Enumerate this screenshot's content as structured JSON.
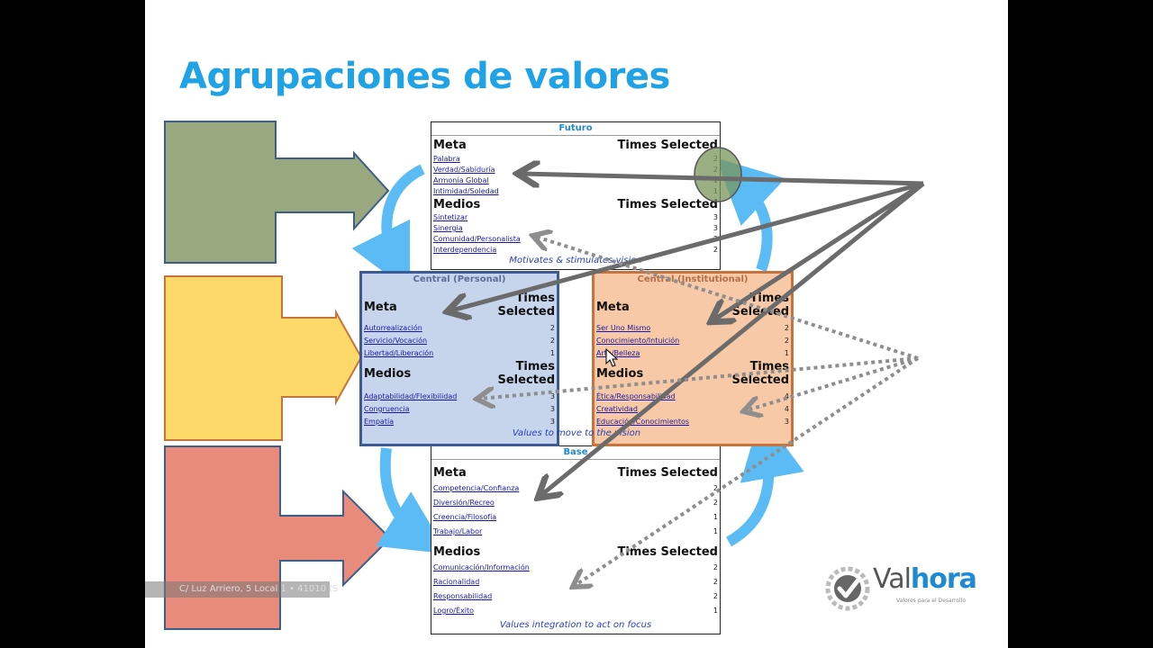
{
  "title": "Agrupaciones de valores",
  "future": {
    "header": "Futuro",
    "meta": {
      "title": "Meta",
      "ts": "Times Selected",
      "items": [
        {
          "label": "Palabra",
          "count": "2"
        },
        {
          "label": "Verdad/Sabiduría",
          "count": "2"
        },
        {
          "label": "Armonía Global",
          "count": "1"
        },
        {
          "label": "Intimidad/Soledad",
          "count": "1"
        }
      ]
    },
    "medios": {
      "title": "Medios",
      "ts": "Times Selected",
      "items": [
        {
          "label": "Sintetizar",
          "count": "3"
        },
        {
          "label": "Sinergia",
          "count": "3"
        },
        {
          "label": "Comunidad/Personalista",
          "count": "2"
        },
        {
          "label": "Interdependencia",
          "count": "2"
        }
      ]
    },
    "footer": "Motivates & stimulates vision"
  },
  "personal": {
    "header": "Central (Personal)",
    "meta": {
      "title": "Meta",
      "ts1": "Times",
      "ts2": "Selected",
      "items": [
        {
          "label": "Autorrealización",
          "count": "2"
        },
        {
          "label": "Servicio/Vocación",
          "count": "2"
        },
        {
          "label": "Libertad/Liberación",
          "count": "1"
        }
      ]
    },
    "medios": {
      "title": "Medios",
      "ts1": "Times",
      "ts2": "Selected",
      "items": [
        {
          "label": "Adaptabilidad/Flexibilidad",
          "count": "3"
        },
        {
          "label": "Congruencia",
          "count": "3"
        },
        {
          "label": "Empatía",
          "count": "3"
        }
      ]
    },
    "footer": "Values to move to the vision"
  },
  "institutional": {
    "header": "Central (Institutional)",
    "meta": {
      "title": "Meta",
      "ts1": "Times",
      "ts2": "Selected",
      "items": [
        {
          "label": "Ser Uno Mismo",
          "count": "2"
        },
        {
          "label": "Conocimiento/Intuición",
          "count": "2"
        },
        {
          "label": "Arte/Belleza",
          "count": "1"
        }
      ]
    },
    "medios": {
      "title": "Medios",
      "ts1": "Times",
      "ts2": "Selected",
      "items": [
        {
          "label": "Ética/Responsabilidad",
          "count": "4"
        },
        {
          "label": "Creatividad",
          "count": "4"
        },
        {
          "label": "Educación/Conocimientos",
          "count": "3"
        }
      ]
    }
  },
  "base": {
    "header": "Base",
    "meta": {
      "title": "Meta",
      "ts": "Times Selected",
      "items": [
        {
          "label": "Competencia/Confianza",
          "count": "2"
        },
        {
          "label": "Diversión/Recreo",
          "count": "2"
        },
        {
          "label": "Creencia/Filosofía",
          "count": "1"
        },
        {
          "label": "Trabajo/Labor",
          "count": "1"
        }
      ]
    },
    "medios": {
      "title": "Medios",
      "ts": "Times Selected",
      "items": [
        {
          "label": "Comunicación/Información",
          "count": "2"
        },
        {
          "label": "Racionalidad",
          "count": "2"
        },
        {
          "label": "Responsabilidad",
          "count": "2"
        },
        {
          "label": "Logro/Éxito",
          "count": "1"
        }
      ]
    },
    "footer": "Values integration to act on focus"
  },
  "logo": {
    "part1": "Val",
    "part2": "hora",
    "tagline": "Valores para el Desarrollo"
  },
  "address": "C/ Luz Arriero, 5 Local 1 • 41010 (S",
  "colors": {
    "title": "#1fa3e6",
    "green_arrow": "#9aa87f",
    "yellow_arrow": "#fdd96a",
    "red_arrow": "#e98b7b",
    "personal_bg": "#c6d5ec",
    "institutional_bg": "#f7c9a6",
    "cycle_arrows": "#5bbcf5"
  }
}
